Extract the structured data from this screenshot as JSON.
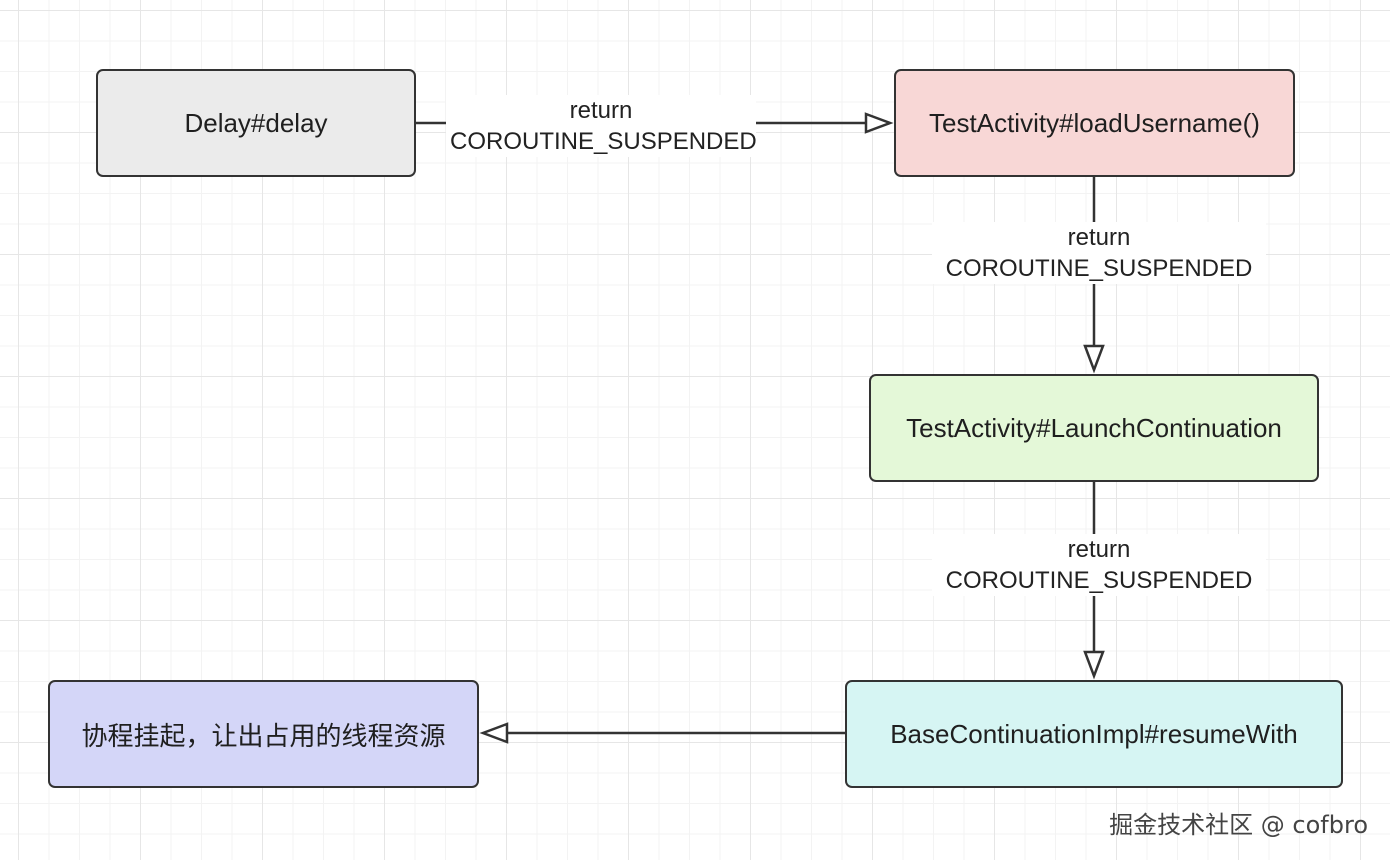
{
  "nodes": {
    "delay": {
      "label": "Delay#delay",
      "fill": "#ebebeb"
    },
    "load_username": {
      "label": "TestActivity#loadUsername()",
      "fill": "#f8d7d6"
    },
    "launch_continuation": {
      "label": "TestActivity#LaunchContinuation",
      "fill": "#e4f8d8"
    },
    "resume_with": {
      "label": "BaseContinuationImpl#resumeWith",
      "fill": "#d6f5f3"
    },
    "coroutine_suspended": {
      "label": "协程挂起，让出占用的线程资源",
      "fill": "#d4d6f8"
    }
  },
  "edges": [
    {
      "line1": "return",
      "line2": "COROUTINE_SUSPENDED"
    },
    {
      "line1": "return",
      "line2": "COROUTINE_SUSPENDED"
    },
    {
      "line1": "return",
      "line2": "COROUTINE_SUSPENDED"
    }
  ],
  "watermark": "掘金技术社区 @ cofbro",
  "colors": {
    "border": "#333333",
    "edge": "#333333"
  }
}
